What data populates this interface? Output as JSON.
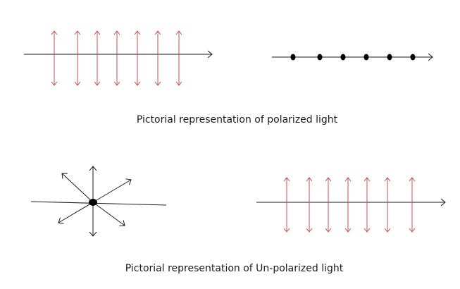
{
  "captions": {
    "polarized": "Pictorial representation of polarized light",
    "unpolarized": "Pictorial representation of Un-polarized light"
  },
  "colors": {
    "vibration_arrow": "#c0504d",
    "axis": "#1a1a1a",
    "dot": "#000000"
  },
  "panels": {
    "polarized_side_view": {
      "vibration_arrows": 7
    },
    "polarized_end_view": {
      "dots": 6
    },
    "unpolarized_end_view": {
      "radial_arrows": 6
    },
    "unpolarized_side_view": {
      "vibration_arrows": 7
    }
  }
}
